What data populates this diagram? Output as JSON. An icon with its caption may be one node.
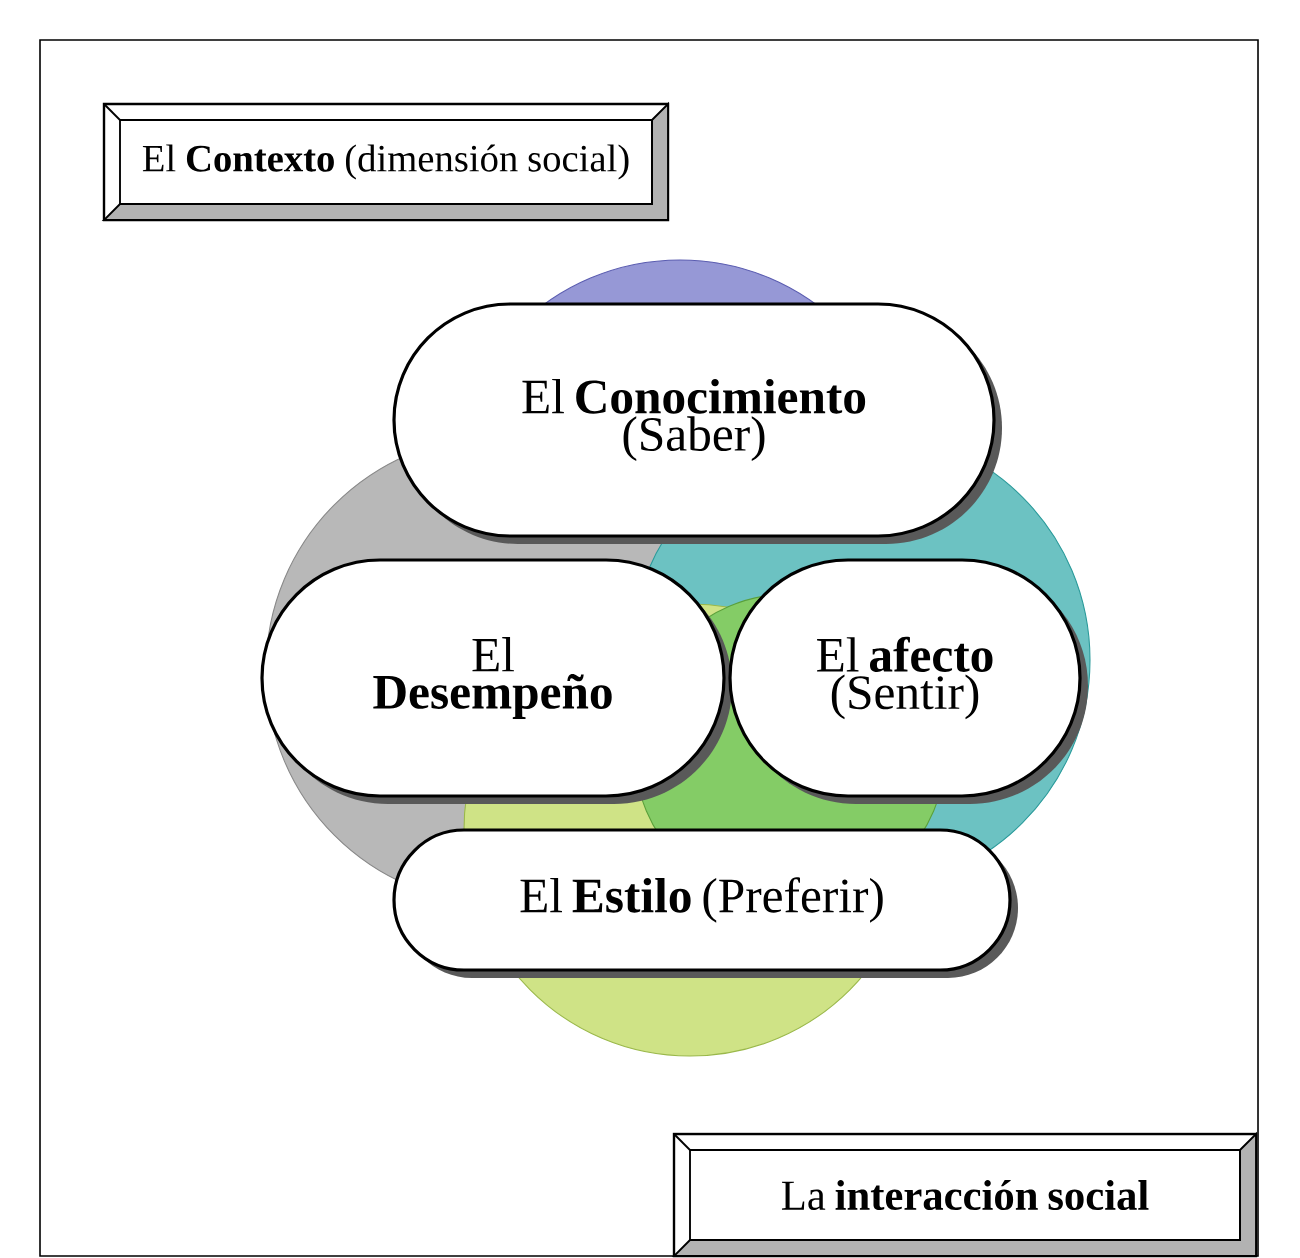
{
  "diagram": {
    "nodes": [
      {
        "text": [
          "El **Contexto** (dimensión social)"
        ]
      },
      {
        "text": [
          "El **Conocimiento** (Saber)"
        ]
      },
      {
        "text": [
          "El **Desempeño**"
        ]
      },
      {
        "text": [
          "El **afecto** (Sentir)"
        ]
      },
      {
        "text": [
          "El **Estilo** (Preferir)"
        ]
      },
      {
        "text": [
          "La **interacción social**"
        ]
      }
    ]
  }
}
